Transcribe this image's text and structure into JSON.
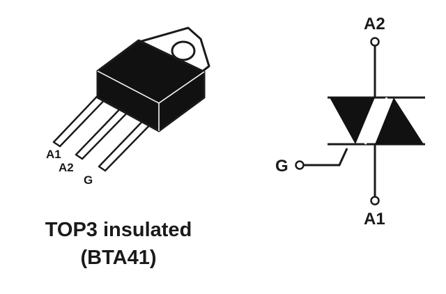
{
  "package_figure": {
    "pin_labels": [
      "A1",
      "A2",
      "G"
    ],
    "caption_line1": "TOP3 insulated",
    "caption_line2": "(BTA41)"
  },
  "symbol_figure": {
    "terminal_labels": {
      "top": "A2",
      "gate": "G",
      "bottom": "A1"
    }
  },
  "colors": {
    "ink": "#1a1a1a",
    "background": "#ffffff"
  }
}
